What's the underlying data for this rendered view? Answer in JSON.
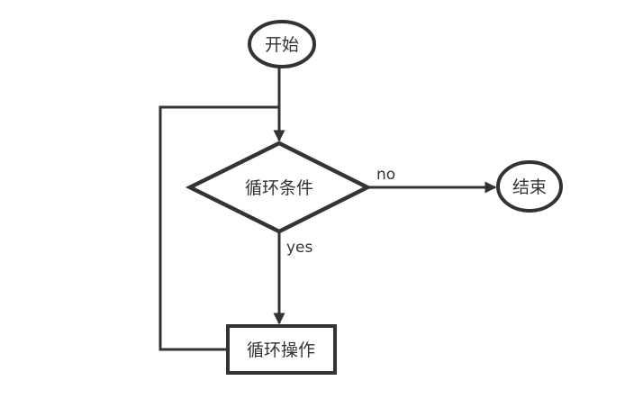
{
  "diagram": {
    "type": "flowchart",
    "colors": {
      "stroke": "#333333",
      "text": "#333333",
      "background": "#ffffff"
    },
    "nodes": {
      "start": {
        "label": "开始",
        "shape": "ellipse"
      },
      "condition": {
        "label": "循环条件",
        "shape": "diamond"
      },
      "operation": {
        "label": "循环操作",
        "shape": "rectangle"
      },
      "end": {
        "label": "结束",
        "shape": "ellipse"
      }
    },
    "edges": {
      "start_to_condition": {
        "label": ""
      },
      "condition_to_end": {
        "label": "no"
      },
      "condition_to_operation": {
        "label": "yes"
      },
      "operation_loopback": {
        "label": ""
      }
    }
  }
}
